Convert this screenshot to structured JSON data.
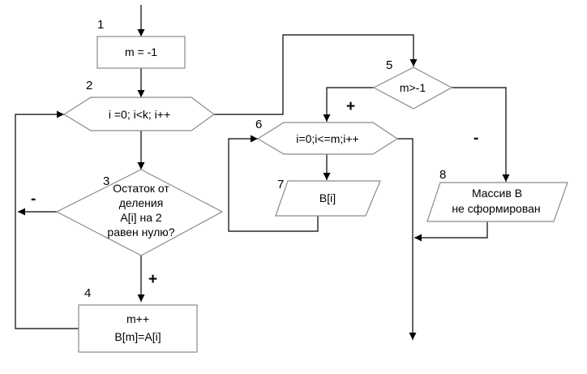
{
  "blocks": {
    "b1": {
      "number": "1",
      "text": "m = -1"
    },
    "b2": {
      "number": "2",
      "text": "i =0; i<k; i++"
    },
    "b3": {
      "number": "3",
      "lines": [
        "Остаток от",
        "деления",
        "A[i] на 2",
        "равен нулю?"
      ]
    },
    "b4": {
      "number": "4",
      "lines": [
        "m++",
        "B[m]=A[i]"
      ]
    },
    "b5": {
      "number": "5",
      "text": "m>-1"
    },
    "b6": {
      "number": "6",
      "text": "i=0;i<=m;i++"
    },
    "b7": {
      "number": "7",
      "text": "B[i]"
    },
    "b8": {
      "number": "8",
      "lines": [
        "Массив  B",
        "не сформирован"
      ]
    }
  },
  "branches": {
    "b3_no": "-",
    "b3_yes": "+",
    "b5_yes": "+",
    "b5_no": "-"
  }
}
